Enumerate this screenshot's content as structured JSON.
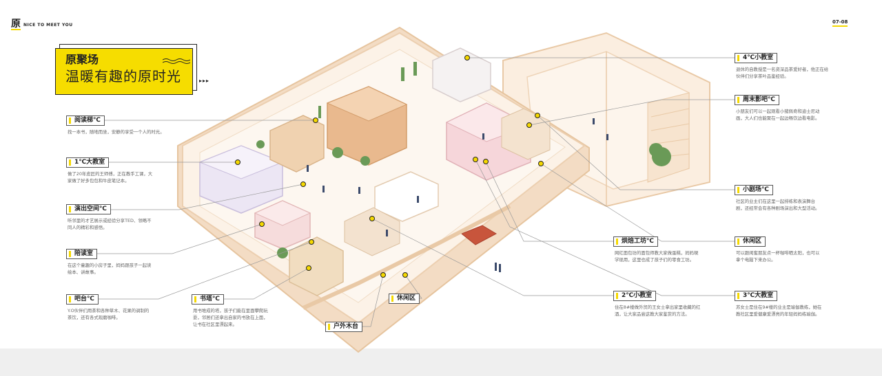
{
  "brand": {
    "glyph": "原",
    "tagline": "NICE TO MEET YOU"
  },
  "page": {
    "number": "07-08"
  },
  "title": {
    "line1": "原聚场",
    "line2": "温暖有趣的原时光",
    "arrows": "▸▸▸"
  },
  "spaces": [
    {
      "id": "reading",
      "name": "阅读梯℃",
      "desc": [
        "找一本书，随地而坐，安静的享受一个人的时光。"
      ]
    },
    {
      "id": "class1",
      "name": "1℃大教室",
      "desc": [
        "做了20年皮匠的王师傅，正在教手工课，大",
        "家做了好多包包和牛皮笔记本。"
      ]
    },
    {
      "id": "perform",
      "name": "演出空间℃",
      "desc": [
        "听邻里的才艺展示或经验分享TED、领略不",
        "同人的精彩和感悟。"
      ]
    },
    {
      "id": "reading-room",
      "name": "陪读室",
      "desc": [
        "在这个童趣的小房子里，妈妈跟孩子一起读",
        "绘本、讲故事。"
      ]
    },
    {
      "id": "bar",
      "name": "吧台℃",
      "desc": [
        "Y.O伙伴们用茶和各种草木、花果的调制的",
        "茶饮，还有各式现磨咖啡。"
      ]
    },
    {
      "id": "booktower",
      "name": "书塔℃",
      "desc": [
        "用书堆成的塔，孩子们能在里面攀爬玩",
        "耍，邻居们还拿出自家的书放在上面，",
        "让书在社区里漂起来。"
      ]
    },
    {
      "id": "rest1",
      "name": "休闲区",
      "desc": []
    },
    {
      "id": "deck",
      "name": "户外木台",
      "desc": []
    },
    {
      "id": "class4",
      "name": "4℃小教室",
      "desc": [
        "退休的自教授是一名资深品茶爱好者，他正在给",
        "伙伴们分享茶叶品鉴经验。"
      ]
    },
    {
      "id": "cinema",
      "name": "周末影吧℃",
      "desc": [
        "小朋友们可以一起观看小猪佩奇和迪士尼动",
        "画，大人们也能聚在一起边畅饮边看电影。"
      ]
    },
    {
      "id": "theater",
      "name": "小剧场℃",
      "desc": [
        "社区的业主们在这里一起排练和表演舞台",
        "剧，还经常会有各种剧场演出和大型活动。"
      ]
    },
    {
      "id": "bakery",
      "name": "烘焙工坊℃",
      "desc": [
        "网红面包坊的面包师教大家做蛋糕，妈妈現",
        "学现用，这里也成了孩子们的零食工坊。"
      ]
    },
    {
      "id": "rest2",
      "name": "休闲区",
      "desc": [
        "可以跟闺蜜朋友点一杯咖啡晒太阳，也可以",
        "拿个电脑下来办公。"
      ]
    },
    {
      "id": "class2",
      "name": "2℃小教室",
      "desc": [
        "住在8#楼做外贸的王女士拿出家里收藏的红",
        "酒，让大家品尝这教大家鉴赏的方法。"
      ]
    },
    {
      "id": "class3",
      "name": "3℃大教室",
      "desc": [
        "苏女士是住在9#楼的业主是瑜伽教练，她在",
        "教社区里爱健康爱漂亮的年轻妈妈练瑜伽。"
      ]
    }
  ],
  "colors": {
    "accent": "#f5d800",
    "floor": "#fbeee0",
    "wall": "#f3dcc4",
    "line": "#e9c9a6"
  }
}
